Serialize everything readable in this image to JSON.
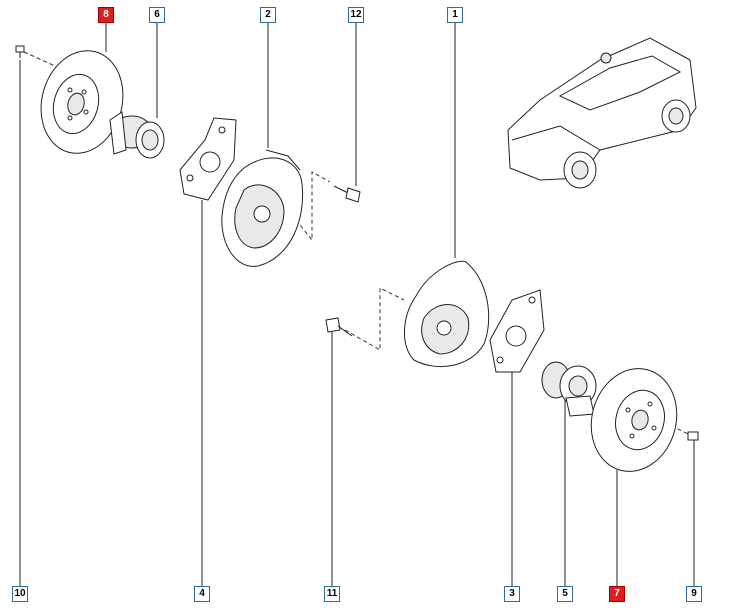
{
  "callouts": {
    "c8": "8",
    "c6": "6",
    "c2": "2",
    "c12": "12",
    "c1": "1",
    "c10": "10",
    "c4": "4",
    "c11": "11",
    "c3": "3",
    "c5": "5",
    "c7": "7",
    "c9": "9"
  },
  "highlight_color": "#e01e1e",
  "frame_color": "#2f6e8f",
  "highlighted": [
    "8",
    "7"
  ]
}
